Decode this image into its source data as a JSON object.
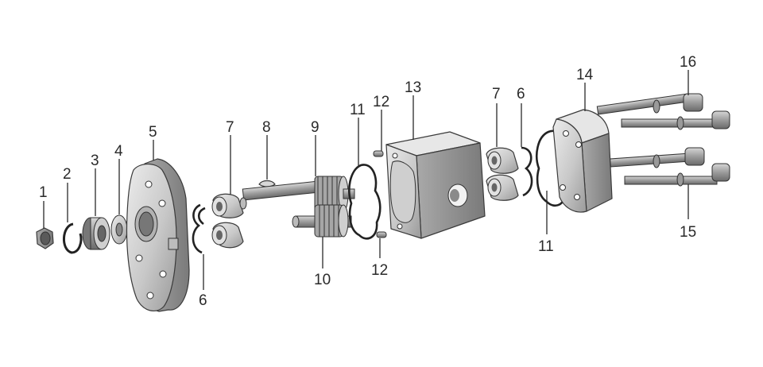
{
  "callouts": [
    {
      "id": "c1",
      "text": "1"
    },
    {
      "id": "c2",
      "text": "2"
    },
    {
      "id": "c3",
      "text": "3"
    },
    {
      "id": "c4",
      "text": "4"
    },
    {
      "id": "c5",
      "text": "5"
    },
    {
      "id": "c6a",
      "text": "6"
    },
    {
      "id": "c6b",
      "text": "6"
    },
    {
      "id": "c7a",
      "text": "7"
    },
    {
      "id": "c7b",
      "text": "7"
    },
    {
      "id": "c8",
      "text": "8"
    },
    {
      "id": "c9",
      "text": "9"
    },
    {
      "id": "c10",
      "text": "10"
    },
    {
      "id": "c11a",
      "text": "11"
    },
    {
      "id": "c11b",
      "text": "11"
    },
    {
      "id": "c12a",
      "text": "12"
    },
    {
      "id": "c12b",
      "text": "12"
    },
    {
      "id": "c13",
      "text": "13"
    },
    {
      "id": "c14",
      "text": "14"
    },
    {
      "id": "c15",
      "text": "15"
    },
    {
      "id": "c16",
      "text": "16"
    }
  ],
  "colors": {
    "metal_light": "#d9d9d9",
    "metal_mid": "#b8b8b8",
    "metal_dark": "#8c8c8c",
    "outline": "#3a3a3a"
  }
}
